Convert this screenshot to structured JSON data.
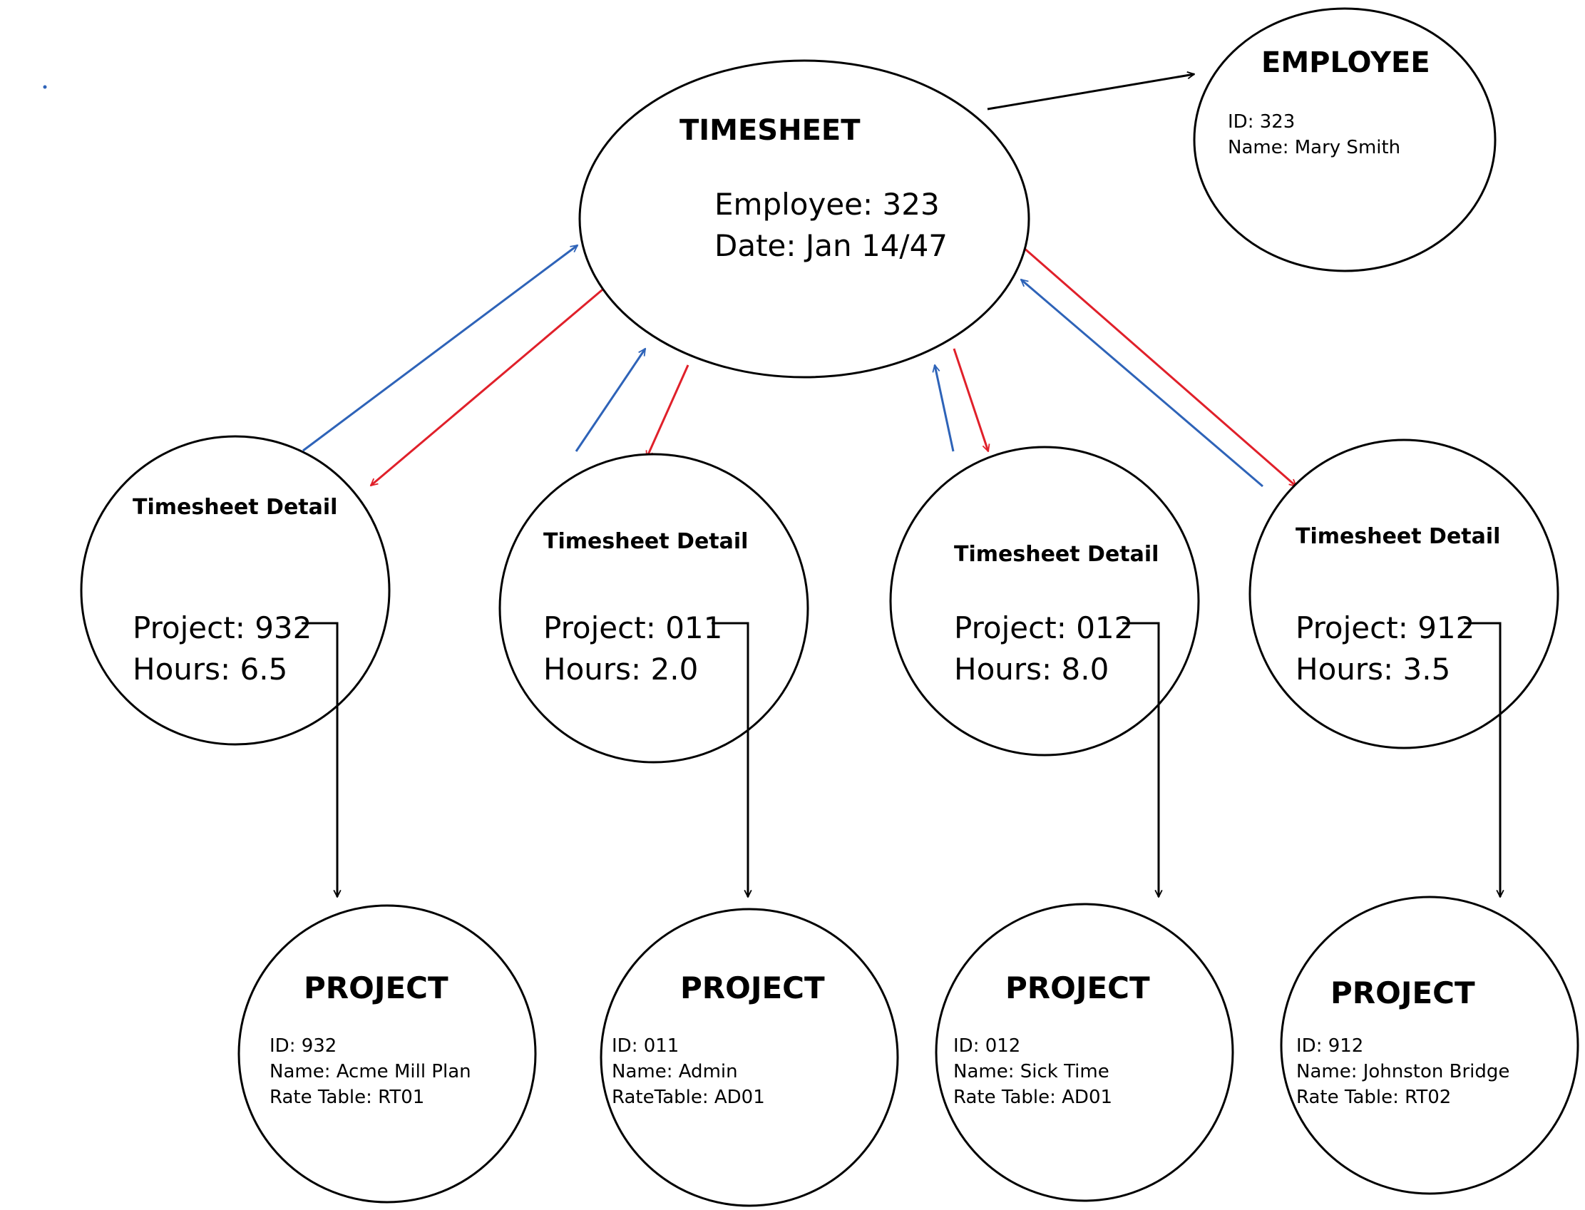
{
  "timesheet": {
    "title": "TIMESHEET",
    "employee_line": "Employee: 323",
    "date_line": "Date: Jan 14/47"
  },
  "employee": {
    "title": "EMPLOYEE",
    "id_line": "ID: 323",
    "name_line": "Name: Mary Smith"
  },
  "details": [
    {
      "title": "Timesheet Detail",
      "project_line": "Project: 932",
      "hours_line": "Hours: 6.5"
    },
    {
      "title": "Timesheet Detail",
      "project_line": "Project: 011",
      "hours_line": "Hours: 2.0"
    },
    {
      "title": "Timesheet Detail",
      "project_line": "Project: 012",
      "hours_line": "Hours: 8.0"
    },
    {
      "title": "Timesheet Detail",
      "project_line": "Project: 912",
      "hours_line": "Hours: 3.5"
    }
  ],
  "projects": [
    {
      "title": "PROJECT",
      "id_line": "ID: 932",
      "name_line": "Name: Acme Mill Plan",
      "rate_line": "Rate Table: RT01"
    },
    {
      "title": "PROJECT",
      "id_line": "ID: 011",
      "name_line": "Name: Admin",
      "rate_line": "RateTable: AD01"
    },
    {
      "title": "PROJECT",
      "id_line": "ID: 012",
      "name_line": "Name: Sick Time",
      "rate_line": "Rate Table: AD01"
    },
    {
      "title": "PROJECT",
      "id_line": "ID: 912",
      "name_line": "Name: Johnston Bridge",
      "rate_line": "Rate Table: RT02"
    }
  ],
  "colors": {
    "to_timesheet": "#2e63b8",
    "to_detail": "#e0202a",
    "reference": "#000000"
  }
}
